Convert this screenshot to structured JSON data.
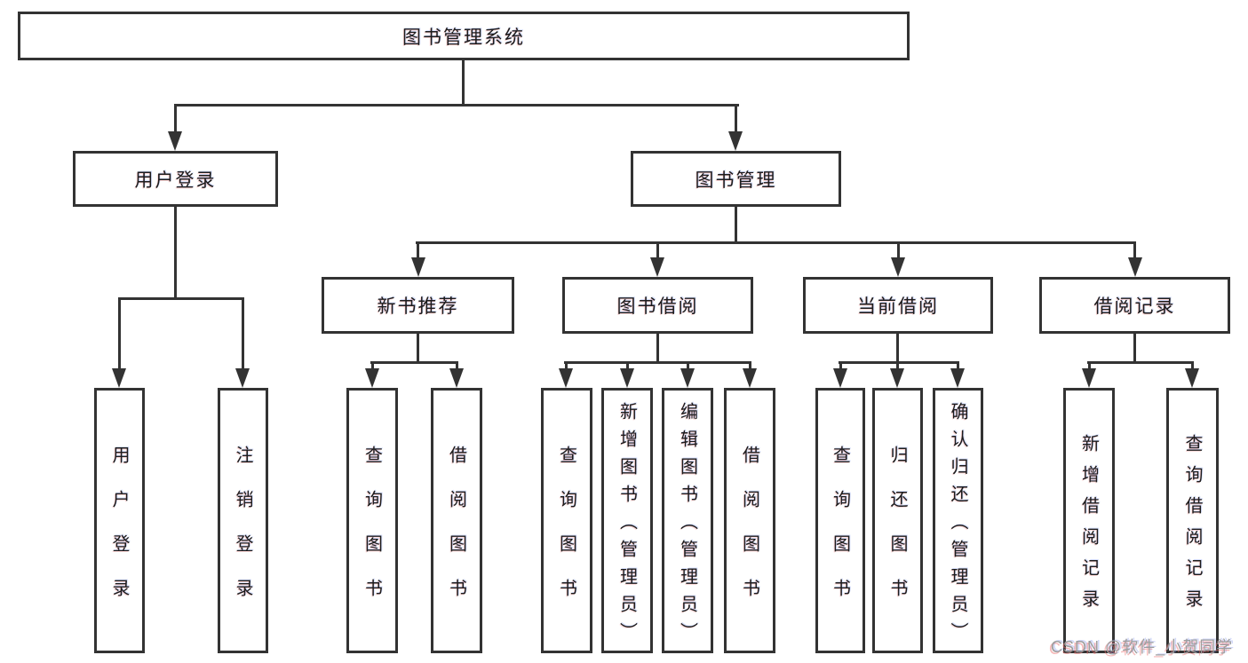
{
  "watermark": "CSDN @软件_小贺同学",
  "colors": {
    "line": "#333333",
    "text": "#1c1c1c",
    "background": "#ffffff",
    "watermark": "#9c9c9c"
  },
  "tree": {
    "label": "图书管理系统",
    "children": [
      {
        "label": "用户登录",
        "children": [
          {
            "label": "用户登录"
          },
          {
            "label": "注销登录"
          }
        ]
      },
      {
        "label": "图书管理",
        "children": [
          {
            "label": "新书推荐",
            "children": [
              {
                "label": "查询图书"
              },
              {
                "label": "借阅图书"
              }
            ]
          },
          {
            "label": "图书借阅",
            "children": [
              {
                "label": "查询图书"
              },
              {
                "label": "新增图书（管理员）"
              },
              {
                "label": "编辑图书（管理员）"
              },
              {
                "label": "借阅图书"
              }
            ]
          },
          {
            "label": "当前借阅",
            "children": [
              {
                "label": "查询图书"
              },
              {
                "label": "归还图书"
              },
              {
                "label": "确认归还（管理员）"
              }
            ]
          },
          {
            "label": "借阅记录",
            "children": [
              {
                "label": "新增借阅记录"
              },
              {
                "label": "查询借阅记录"
              }
            ]
          }
        ]
      }
    ]
  }
}
